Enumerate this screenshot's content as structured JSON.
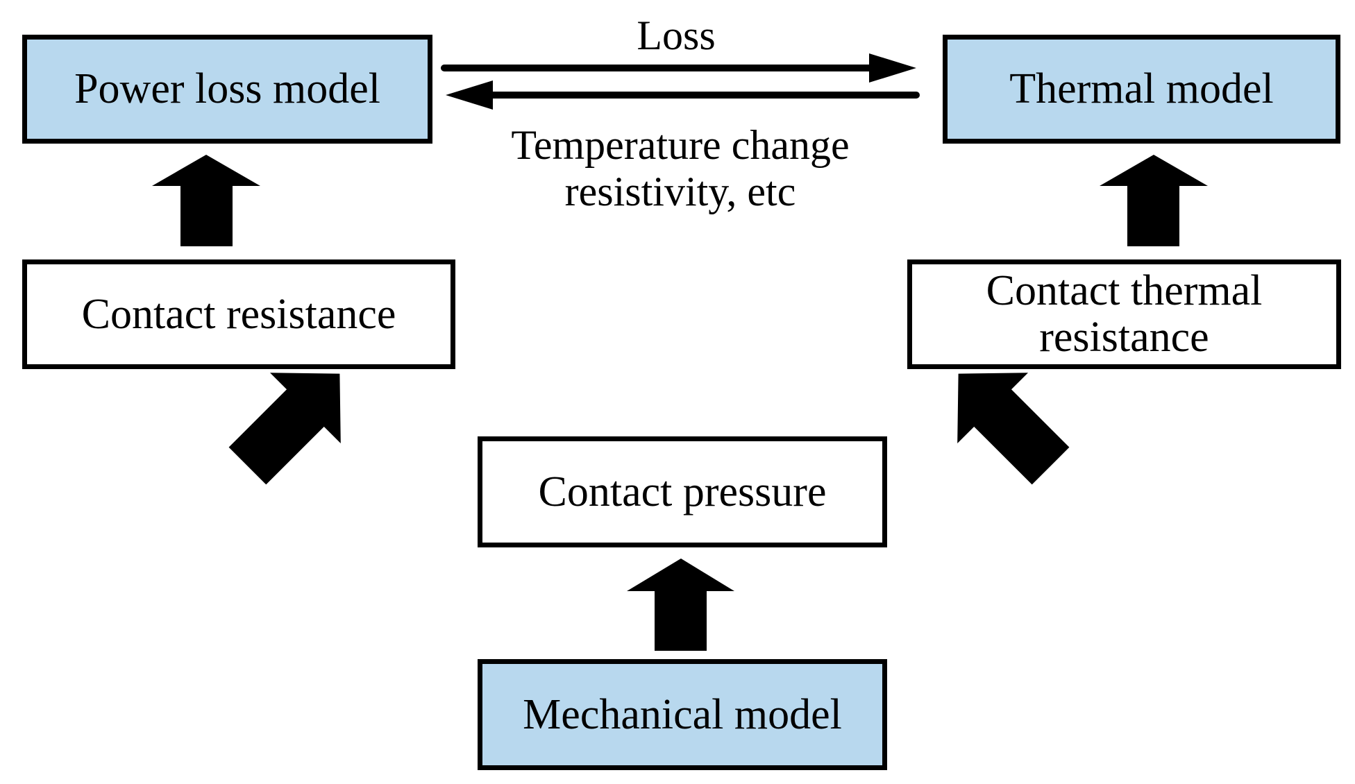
{
  "colors": {
    "model_fill": "#b8d8ee",
    "plain_fill": "#ffffff",
    "stroke": "#000000"
  },
  "nodes": {
    "power_loss_model": "Power loss model",
    "thermal_model": "Thermal model",
    "contact_resistance": "Contact resistance",
    "contact_thermal_resistance": [
      "Contact thermal",
      "resistance"
    ],
    "contact_pressure": "Contact pressure",
    "mechanical_model": "Mechanical model"
  },
  "edges": {
    "loss_label": "Loss",
    "feedback_label": [
      "Temperature change",
      "resistivity, etc"
    ]
  }
}
